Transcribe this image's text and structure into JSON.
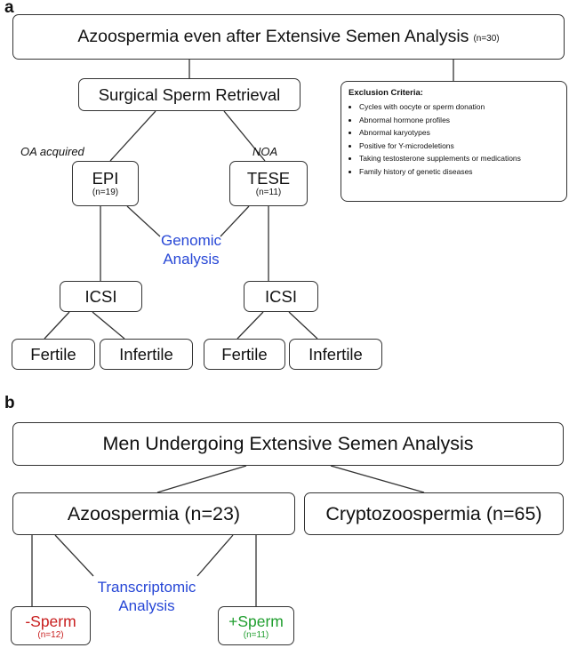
{
  "panel_a": {
    "label": "a",
    "top_box": {
      "title": "Azoospermia even after Extensive Semen Analysis",
      "count": "(n=30)"
    },
    "retrieval_box": "Surgical Sperm Retrieval",
    "exclusion": {
      "title": "Exclusion Criteria:",
      "items": [
        "Cycles with oocyte or sperm donation",
        "Abnormal hormone profiles",
        "Abnormal karyotypes",
        "Positive for Y-microdeletions",
        "Taking testosterone supplements or medications",
        "Family history of genetic diseases"
      ]
    },
    "left_branch_label": "OA acquired",
    "right_branch_label": "NOA",
    "epi": {
      "title": "EPI",
      "count": "(n=19)"
    },
    "tese": {
      "title": "TESE",
      "count": "(n=11)"
    },
    "analysis_line1": "Genomic",
    "analysis_line2": "Analysis",
    "icsi_left": "ICSI",
    "icsi_right": "ICSI",
    "fertile": "Fertile",
    "infertile": "Infertile"
  },
  "panel_b": {
    "label": "b",
    "top_box": "Men Undergoing Extensive Semen Analysis",
    "azoo": "Azoospermia (n=23)",
    "crypto": "Cryptozoospermia (n=65)",
    "analysis_line1": "Transcriptomic",
    "analysis_line2": "Analysis",
    "minus": {
      "title": "-Sperm",
      "count": "(n=12)"
    },
    "plus": {
      "title": "+Sperm",
      "count": "(n=11)"
    }
  },
  "colors": {
    "analysis_text": "#2747d6",
    "negative": "#c81e1e",
    "positive": "#1f9e2e"
  }
}
